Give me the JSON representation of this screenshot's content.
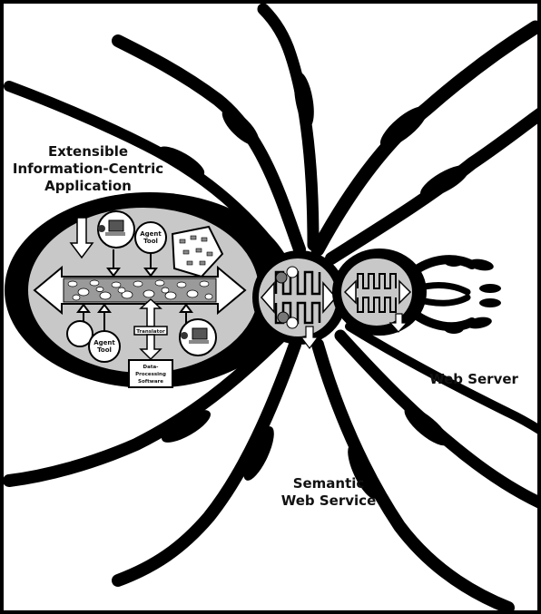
{
  "labels": {
    "application": [
      "Extensible",
      "Information-Centric",
      "Application"
    ],
    "semantic": [
      "Semantic",
      "Web Service"
    ],
    "server": "Web Server",
    "agent_tool_top": [
      "Agent",
      "Tool"
    ],
    "agent_tool_bottom": [
      "Agent",
      "Tool"
    ],
    "translator": "Translator",
    "data_processing": [
      "Data-",
      "Processing",
      "Software"
    ]
  },
  "colors": {
    "ink": "#000000",
    "fill_gray": "#c8c8c8",
    "paper": "#ffffff"
  }
}
